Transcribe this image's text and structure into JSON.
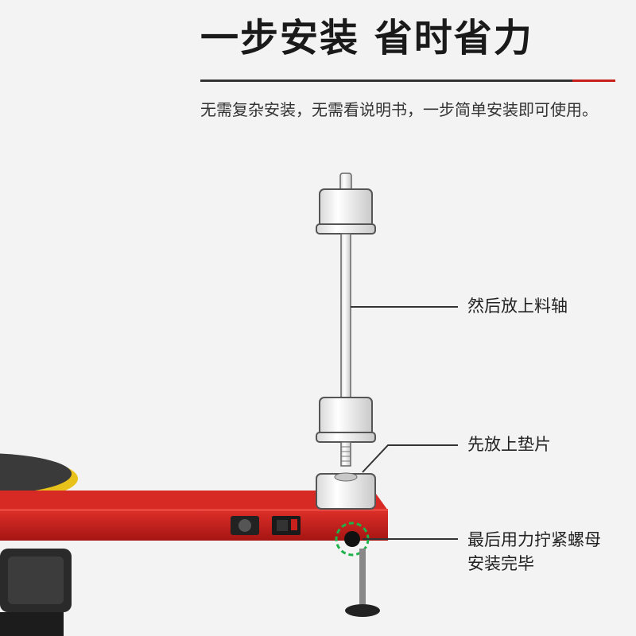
{
  "header": {
    "title": "一步安装 省时省力"
  },
  "intro": {
    "text": "无需复杂安装，无需看说明书，一步简单安装即可使用。"
  },
  "callouts": {
    "axle": "然后放上料轴",
    "washer": "先放上垫片",
    "tighten_line1": "最后用力拧紧螺母",
    "tighten_line2": "安装完毕"
  },
  "colors": {
    "frame_red": "#c8201c",
    "accent_rule": "#c8201c",
    "highlight_green": "#1db34a",
    "turntable_yellow": "#e8c21a",
    "background": "#f3f3f3"
  },
  "icons": {
    "turntable": "turntable-disc",
    "frame": "red-steel-frame",
    "axle": "material-axle",
    "washer": "spacer-washer",
    "nut": "locking-nut",
    "foot": "leveling-foot",
    "motor": "drive-motor"
  }
}
